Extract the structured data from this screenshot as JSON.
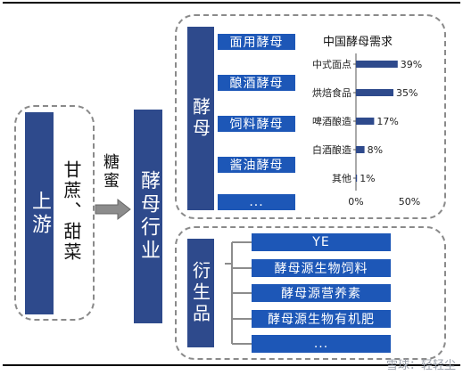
{
  "upstream": {
    "label": "上游",
    "material": "甘蔗、甜菜",
    "flow_label": "糖蜜"
  },
  "industry": {
    "label": "酵母行业"
  },
  "yeast": {
    "label": "酵母",
    "items": [
      "面用酵母",
      "酿酒酵母",
      "饲料酵母",
      "酱油酵母",
      "..."
    ]
  },
  "derivatives": {
    "label": "衍生品",
    "items": [
      "YE",
      "酵母源生物饲料",
      "酵母源营养素",
      "酵母源生物有机肥",
      "..."
    ]
  },
  "chart_data": {
    "type": "bar",
    "orientation": "horizontal",
    "title": "中国酵母需求",
    "categories": [
      "中式面点",
      "烘焙食品",
      "啤酒酿造",
      "白酒酿造",
      "其他"
    ],
    "values": [
      39,
      35,
      17,
      8,
      1
    ],
    "value_labels": [
      "39%",
      "35%",
      "17%",
      "8%",
      "1%"
    ],
    "xlim": [
      0,
      50
    ],
    "x_tick_labels": [
      "0%",
      "50%"
    ],
    "bar_color": "#2e4a8c"
  },
  "watermark": "雪球：轻轻尘",
  "colors": {
    "dark_bar": "#2e4a8c",
    "bright_box": "#1d57b7"
  }
}
